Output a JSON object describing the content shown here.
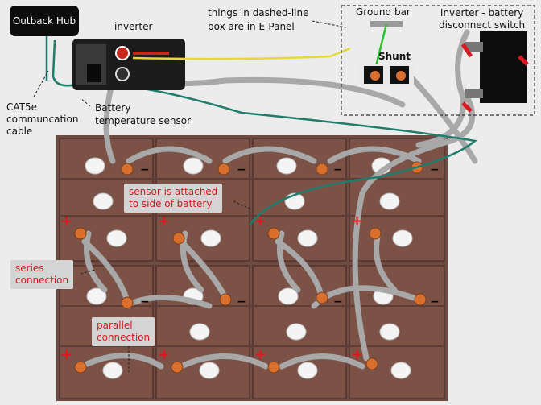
{
  "labels": {
    "outback_hub": "Outback\nHub",
    "inverter": "inverter",
    "dashed_note": "things in dashed-line\nbox are in E-Panel",
    "ground_bar": "Ground bar",
    "disconnect": "Inverter - battery\ndisconnect switch",
    "shunt": "Shunt",
    "cat5e": "CAT5e\ncommuncation\ncable",
    "temp_sensor": "Battery\ntemperature sensor",
    "sensor_attached": "sensor is attached\nto side of battery",
    "series": "series\nconnection",
    "parallel": "parallel\nconnection"
  },
  "symbols": {
    "positive": "+",
    "negative": "−"
  },
  "colors": {
    "battery_case": "#7a5046",
    "positive_mark": "#e5141c",
    "cable_gray": "#a8a8a8",
    "sensor_wire": "#1f7d6e",
    "ground_wire": "#2bc12b",
    "signal_wire": "#e6d83a",
    "note_text": "#d9181f"
  }
}
